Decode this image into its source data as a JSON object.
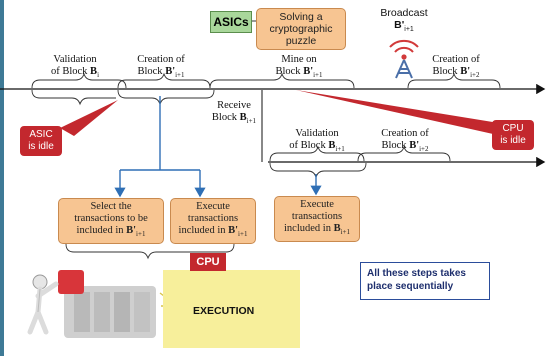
{
  "asics_label": "ASICs",
  "puzzle_box": [
    "Solving a",
    "cryptographic",
    "puzzle"
  ],
  "broadcast": {
    "text": "Broadcast",
    "block": "B'",
    "sub": "i+1"
  },
  "timeline_top": {
    "validation": {
      "line1": "Validation",
      "line2": "of Block",
      "block": "B",
      "sub": "i"
    },
    "creation": {
      "line1": "Creation of",
      "line2": "Block",
      "block": "B'",
      "sub": "i+1"
    },
    "mine": {
      "line1": "Mine on",
      "line2": "Block",
      "block": "B'",
      "sub": "i+1"
    },
    "creation_next": {
      "line1": "Creation of",
      "line2": "Block",
      "block": "B'",
      "sub": "i+2"
    }
  },
  "timeline_bottom": {
    "receive": {
      "line1": "Receive",
      "line2": "Block",
      "block": "B",
      "sub": "i+1"
    },
    "validation": {
      "line1": "Validation",
      "line2": "of Block",
      "block": "B",
      "sub": "i+1"
    },
    "creation": {
      "line1": "Creation of",
      "line2": "Block",
      "block": "B'",
      "sub": "i+2"
    }
  },
  "asic_idle": [
    "ASIC",
    "is idle"
  ],
  "cpu_idle": [
    "CPU",
    "is idle"
  ],
  "boxes": {
    "select": {
      "line1": "Select the",
      "line2": "transactions to be",
      "line3": "included in",
      "block": "B'",
      "sub": "i+1"
    },
    "execute1": {
      "line1": "Execute",
      "line2": "transactions",
      "line3": "included in",
      "block": "B'",
      "sub": "i+1"
    },
    "execute2": {
      "line1": "Execute",
      "line2": "transactions",
      "line3": "included in",
      "block": "B",
      "sub": "i+1"
    }
  },
  "cpu_label": "CPU",
  "execution_label": "EXECUTION",
  "note": [
    "All these steps takes",
    "place sequentially"
  ],
  "colors": {
    "orange_box": "#f7c592",
    "red": "#c3282e",
    "blue_arrow": "#2f6fb5",
    "asics_green": "#a9d79b",
    "yellow": "#f7ef9b"
  },
  "icons": [
    "broadcast-tower-icon",
    "lightbulb-icon",
    "puzzle-figure-illustration"
  ]
}
